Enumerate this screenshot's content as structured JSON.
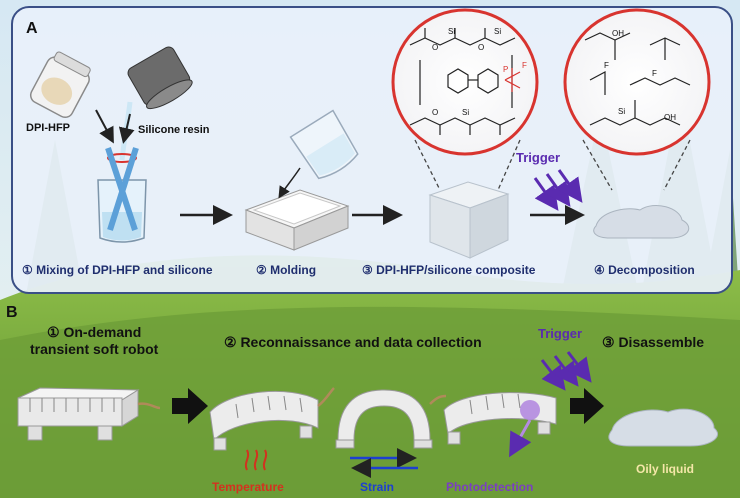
{
  "panel_a": {
    "letter": "A",
    "reagent_left": "DPI-HFP",
    "reagent_right": "Silicone resin",
    "steps": [
      "① Mixing of DPI-HFP and silicone",
      "② Molding",
      "③ DPI-HFP/silicone composite",
      "④ Decomposition"
    ],
    "trigger": "Trigger",
    "molecule_atoms": [
      "O",
      "Si",
      "O",
      "Si",
      "O",
      "Si",
      "OH",
      "F",
      "F",
      "P",
      "F"
    ]
  },
  "panel_b": {
    "letter": "B",
    "steps": [
      "① On-demand\ntransient soft robot",
      "② Reconnaissance and data collection",
      "③ Disassemble"
    ],
    "trigger": "Trigger",
    "sensing": [
      "Temperature",
      "Strain",
      "Photodetection"
    ],
    "result": "Oily liquid"
  },
  "colors": {
    "frame": "#3a4f86",
    "trigger": "#5a2bb0",
    "temperature": "#d3321f",
    "strain": "#1d3fd1",
    "photodetection": "#7a3fc1",
    "magnifier": "#d8342f"
  }
}
